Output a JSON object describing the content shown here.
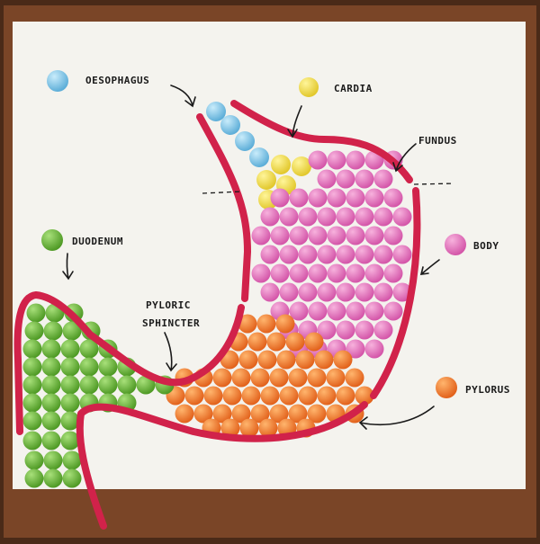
{
  "labels": {
    "oesophagus": "OESOPHAGUS",
    "cardia": "CARDIA",
    "fundus": "FUNDUS",
    "body": "BODY",
    "duodenum": "DUODENUM",
    "pyloric_line1": "PYLORIC",
    "pyloric_line2": "SPHINCTER",
    "pylorus": "PYLORUS"
  },
  "colors": {
    "paper": "#f4f3ee",
    "wood": "#6b3d22",
    "licorice": "#d1224a",
    "oesophagus": "#7fc4e6",
    "cardia": "#f1dd4e",
    "fundus_body": "#e56bbc",
    "pylorus": "#f07a2e",
    "duodenum": "#6fba3a"
  }
}
